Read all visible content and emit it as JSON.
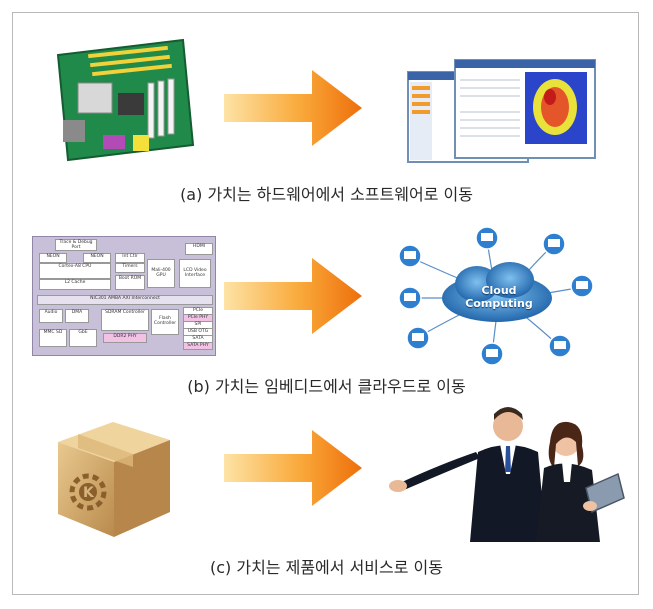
{
  "rows": [
    {
      "caption": "(a) 가치는 하드웨어에서 소프트웨어로 이동",
      "left_icon": "motherboard-image",
      "right_icon": "software-window-image"
    },
    {
      "caption": "(b) 가치는 임베디드에서 클라우드로 이동",
      "left_icon": "soc-block-diagram",
      "right_icon": "cloud-network-image",
      "soc_blocks": {
        "trace": "Trace & Debug Port",
        "neon1": "NEON",
        "neon2": "NEON",
        "cpu": "Cortex-A8 CPU",
        "cache": "L2 Cache",
        "intctl": "Int Ctlr",
        "timers": "Timers",
        "boot": "Boot ROM",
        "gpu": "Mali-400 GPU",
        "lcd": "LCD Video Interface",
        "hdmi": "HDMI",
        "bus": "NIC301 AMBA AXI Interconnect",
        "audio": "Audio",
        "dma": "DMA",
        "sdram": "SDRAM Controller",
        "flash": "Flash Controller",
        "pcie": "PCIe",
        "pciephy": "PCIe PHY",
        "spi": "SPI",
        "usb": "USB OTG",
        "sata": "SATA",
        "sataphy": "SATA PHY",
        "mmc": "MMC SD",
        "gbe": "GbE",
        "ddr": "DDR2 PHY"
      },
      "cloud_label": "Cloud Computing"
    },
    {
      "caption": "(c) 가치는 제품에서 서비스로 이동",
      "left_icon": "product-box-image",
      "right_icon": "service-people-image"
    }
  ],
  "colors": {
    "arrow_light": "#fbd27a",
    "arrow_dark": "#f07a10",
    "frame": "#b9b9b9",
    "board_green": "#1f8a4a",
    "cloud_blue": "#1e6fb8",
    "box_tan": "#c9a064"
  }
}
